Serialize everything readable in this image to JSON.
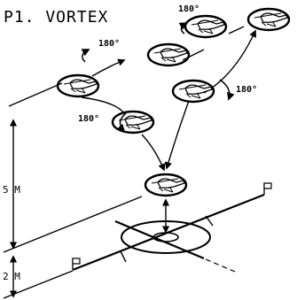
{
  "title": "P1. VORTEX",
  "turn_labels": [
    "180°",
    "180°",
    "180°",
    "180°"
  ],
  "dimensions": {
    "upper": "5 M",
    "lower": "2 M"
  },
  "icons": {
    "helicopter": "helicopter-icon",
    "flag": "flag-icon",
    "turn_arrow": "curved-arrow-icon"
  }
}
